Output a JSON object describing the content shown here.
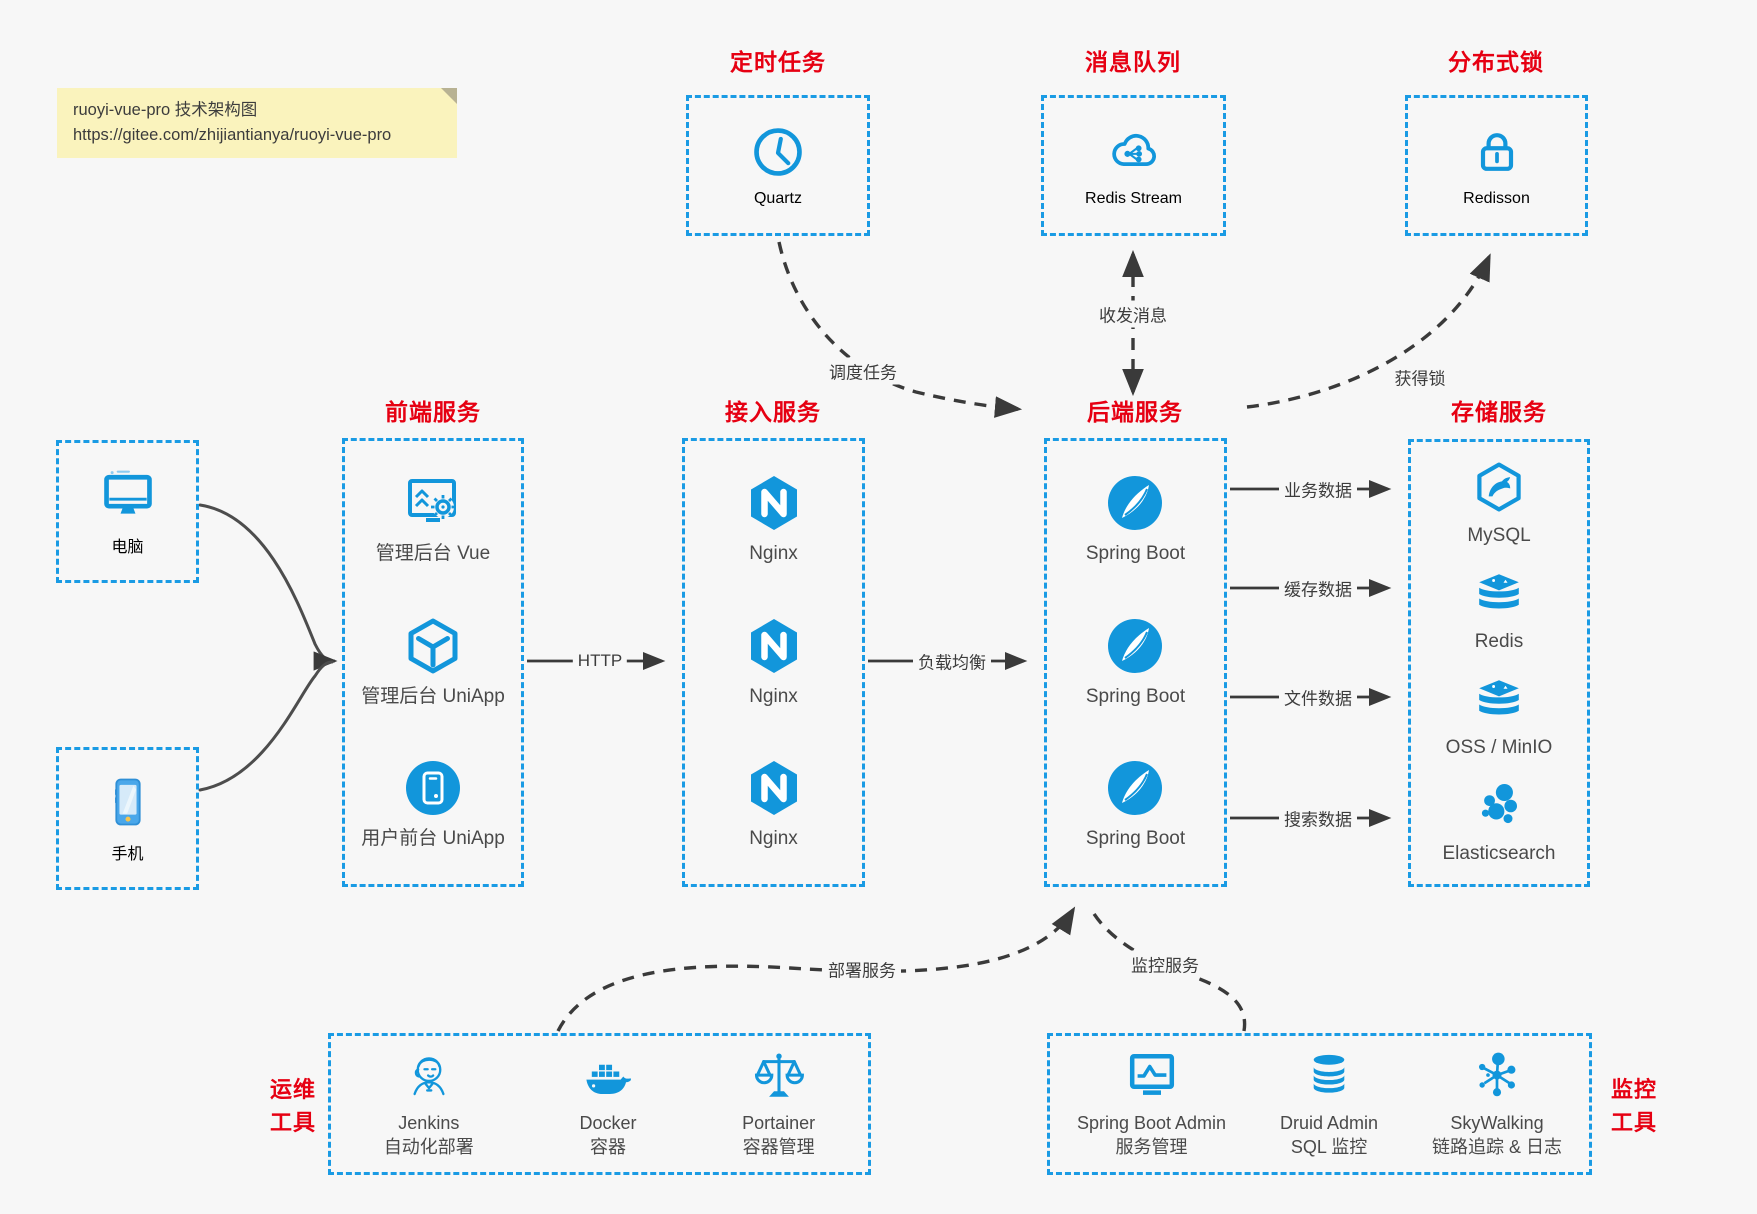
{
  "note": {
    "line1": "ruoyi-vue-pro 技术架构图",
    "line2": "https://gitee.com/zhijiantianya/ruoyi-vue-pro"
  },
  "colors": {
    "accent": "#1a9be4",
    "icon_blue": "#1296db",
    "title_red": "#e60012",
    "arrow": "#3a3a3a",
    "note_bg": "#faf3bd"
  },
  "top_services": [
    {
      "title": "定时任务",
      "icon": "clock-icon",
      "label": "Quartz"
    },
    {
      "title": "消息队列",
      "icon": "cloud-network-icon",
      "label": "Redis Stream"
    },
    {
      "title": "分布式锁",
      "icon": "lock-icon",
      "label": "Redisson"
    }
  ],
  "clients": [
    {
      "icon": "desktop-icon",
      "label": "电脑"
    },
    {
      "icon": "smartphone-icon",
      "label": "手机"
    }
  ],
  "columns": [
    {
      "title": "前端服务",
      "items": [
        {
          "icon": "admin-vue-icon",
          "label": "管理后台 Vue"
        },
        {
          "icon": "uniapp-cube-icon",
          "label": "管理后台 UniApp"
        },
        {
          "icon": "mobile-app-icon",
          "label": "用户前台 UniApp"
        }
      ]
    },
    {
      "title": "接入服务",
      "items": [
        {
          "icon": "nginx-icon",
          "label": "Nginx"
        },
        {
          "icon": "nginx-icon",
          "label": "Nginx"
        },
        {
          "icon": "nginx-icon",
          "label": "Nginx"
        }
      ]
    },
    {
      "title": "后端服务",
      "items": [
        {
          "icon": "spring-boot-icon",
          "label": "Spring Boot"
        },
        {
          "icon": "spring-boot-icon",
          "label": "Spring Boot"
        },
        {
          "icon": "spring-boot-icon",
          "label": "Spring Boot"
        }
      ]
    },
    {
      "title": "存储服务",
      "items": [
        {
          "icon": "mysql-icon",
          "label": "MySQL"
        },
        {
          "icon": "redis-icon",
          "label": "Redis"
        },
        {
          "icon": "storage-stack-icon",
          "label": "OSS / MinIO"
        },
        {
          "icon": "elasticsearch-icon",
          "label": "Elasticsearch"
        }
      ]
    }
  ],
  "tool_groups": [
    {
      "side_label": [
        "运维",
        "工具"
      ],
      "items": [
        {
          "icon": "jenkins-icon",
          "label": "Jenkins",
          "sublabel": "自动化部署"
        },
        {
          "icon": "docker-icon",
          "label": "Docker",
          "sublabel": "容器"
        },
        {
          "icon": "portainer-icon",
          "label": "Portainer",
          "sublabel": "容器管理"
        }
      ]
    },
    {
      "side_label": [
        "监控",
        "工具"
      ],
      "items": [
        {
          "icon": "spring-boot-admin-icon",
          "label": "Spring Boot Admin",
          "sublabel": "服务管理"
        },
        {
          "icon": "druid-icon",
          "label": "Druid Admin",
          "sublabel": "SQL 监控"
        },
        {
          "icon": "skywalking-icon",
          "label": "SkyWalking",
          "sublabel": "链路追踪 & 日志"
        }
      ]
    }
  ],
  "edges": {
    "schedule": "调度任务",
    "messaging": "收发消息",
    "lock": "获得锁",
    "http": "HTTP",
    "load_balance": "负载均衡",
    "business_data": "业务数据",
    "cache_data": "缓存数据",
    "file_data": "文件数据",
    "search_data": "搜索数据",
    "deploy": "部署服务",
    "monitor": "监控服务"
  }
}
